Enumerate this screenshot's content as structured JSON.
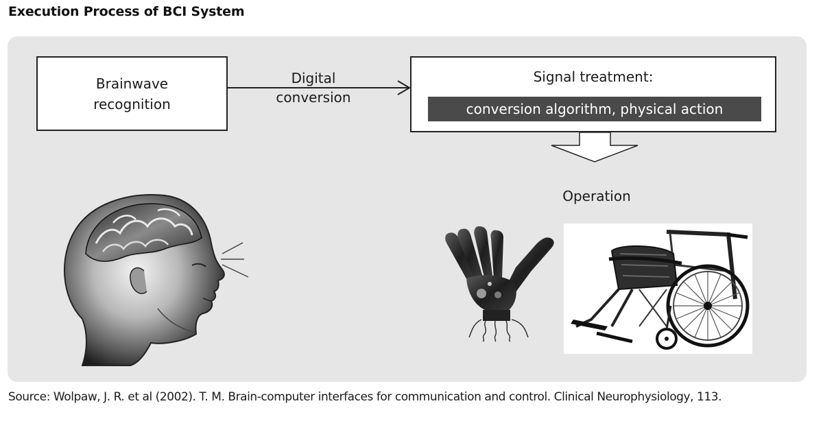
{
  "title": "Execution Process of BCI System",
  "boxes": {
    "brainwave": "Brainwave recognition",
    "signal_title": "Signal treatment:",
    "signal_detail": "conversion algorithm, physical action"
  },
  "arrow_label": "Digital conversion",
  "operation_label": "Operation",
  "source": "Source: Wolpaw, J. R. et al (2002). T. M. Brain-computer interfaces for communication and control. Clinical Neurophysiology, 113.",
  "illustrations": [
    "head-icon",
    "robotic-hand-icon",
    "wheelchair-icon"
  ],
  "colors": {
    "panel": "#e6e6e6",
    "bar": "#4a4a4a",
    "border": "#222222"
  }
}
